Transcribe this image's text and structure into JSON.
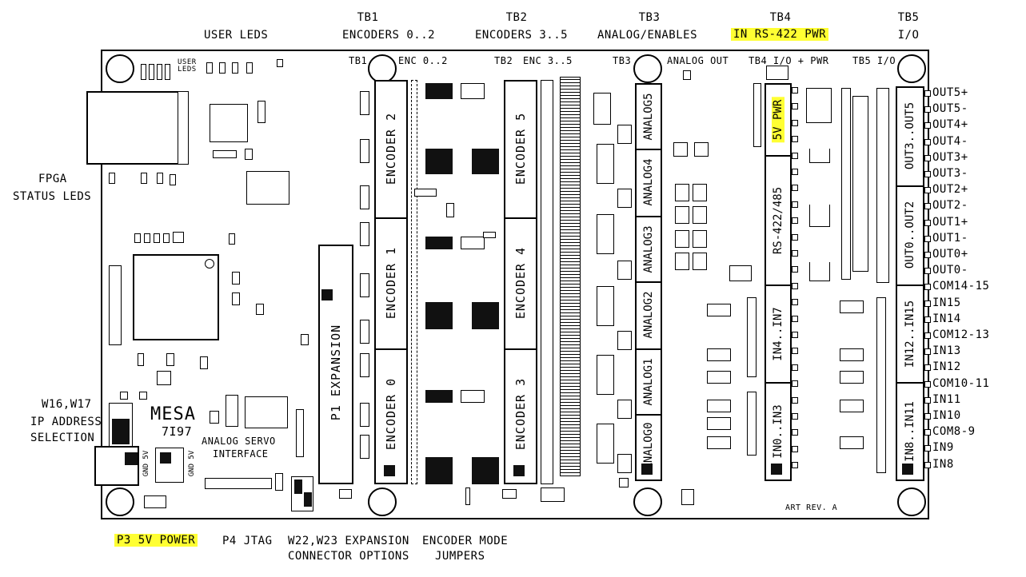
{
  "header": {
    "user_leds": "USER LEDS",
    "tb1_title": "TB1",
    "tb1_sub": "ENCODERS 0..2",
    "tb2_title": "TB2",
    "tb2_sub": "ENCODERS 3..5",
    "tb3_title": "TB3",
    "tb3_sub": "ANALOG/ENABLES",
    "tb4_title": "TB4",
    "tb4_sub": "IN RS-422 PWR",
    "tb5_title": "TB5",
    "tb5_sub": "I/O"
  },
  "left_labels": {
    "fpga_1": "FPGA",
    "fpga_2": "STATUS LEDS",
    "w16_1": "W16,W17",
    "w16_2": "IP ADDRESS",
    "w16_3": "SELECTION"
  },
  "bottom_labels": {
    "p3": "P3 5V POWER",
    "p4": "P4 JTAG",
    "w22_1": "W22,W23 EXPANSION",
    "w22_2": "CONNECTOR OPTIONS",
    "enc_mode_1": "ENCODER MODE",
    "enc_mode_2": "JUMPERS"
  },
  "board": {
    "tb1_label": "TB1",
    "enc02": "ENC 0..2",
    "tb2_label": "TB2",
    "enc35": "ENC 3..5",
    "tb3_label": "TB3",
    "analog_out": "ANALOG OUT",
    "tb4_io_pwr": "TB4 I/O + PWR",
    "tb5_io": "TB5 I/O",
    "user_leds_small": "USER LEDS",
    "mesa": "MESA",
    "model": "7I97",
    "servo_1": "ANALOG SERVO",
    "servo_2": "INTERFACE",
    "p1_expansion": "P1 EXPANSION",
    "art_rev": "ART REV. A",
    "encoders": [
      "ENCODER 2",
      "ENCODER 1",
      "ENCODER 0"
    ],
    "encoders_b": [
      "ENCODER 5",
      "ENCODER 4",
      "ENCODER 3"
    ],
    "analogs": [
      "ANALOG5",
      "ANALOG4",
      "ANALOG3",
      "ANALOG2",
      "ANALOG1",
      "ANALOG0"
    ],
    "tb4_sections": [
      "5V PWR",
      "RS-422/485",
      "IN4..IN7",
      "IN0..IN3"
    ],
    "tb5_sections": [
      "OUT3..OUT5",
      "OUT0..OUT2",
      "IN12..IN15",
      "IN8..IN11"
    ],
    "gnd_5v": "GND 5V"
  },
  "tb5_pins": [
    "OUT5+",
    "OUT5-",
    "OUT4+",
    "OUT4-",
    "OUT3+",
    "OUT3-",
    "OUT2+",
    "OUT2-",
    "OUT1+",
    "OUT1-",
    "OUT0+",
    "OUT0-",
    "COM14-15",
    "IN15",
    "IN14",
    "COM12-13",
    "IN13",
    "IN12",
    "COM10-11",
    "IN11",
    "IN10",
    "COM8-9",
    "IN9",
    "IN8"
  ]
}
